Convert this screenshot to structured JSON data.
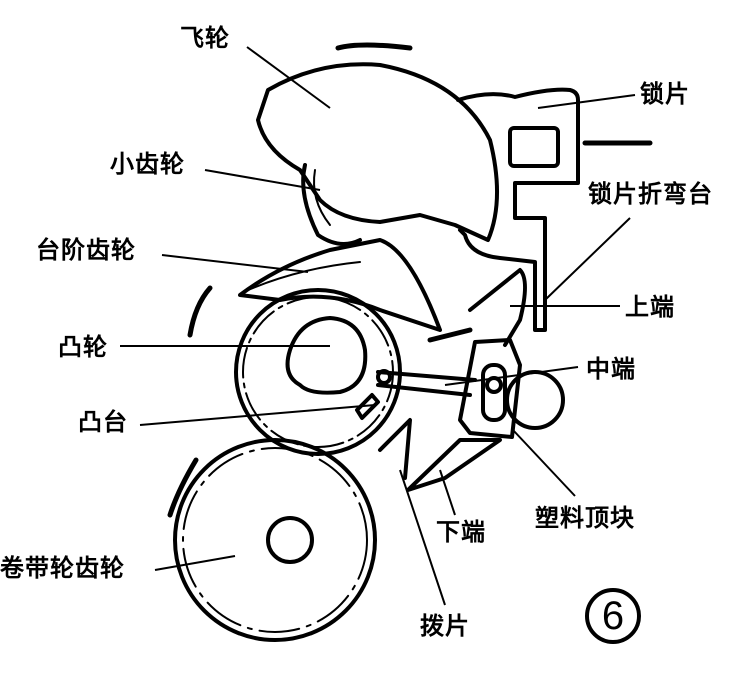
{
  "labels": {
    "flywheel": "飞轮",
    "lock_plate": "锁片",
    "small_gear": "小齿轮",
    "lock_bend_platform": "锁片折弯台",
    "step_gear": "台阶齿轮",
    "upper_end": "上端",
    "cam": "凸轮",
    "middle_end": "中端",
    "boss": "凸台",
    "lower_end": "下端",
    "plastic_block": "塑料顶块",
    "take_up_gear": "卷带轮齿轮",
    "pick_plate": "拨片"
  },
  "figure_number": "6"
}
